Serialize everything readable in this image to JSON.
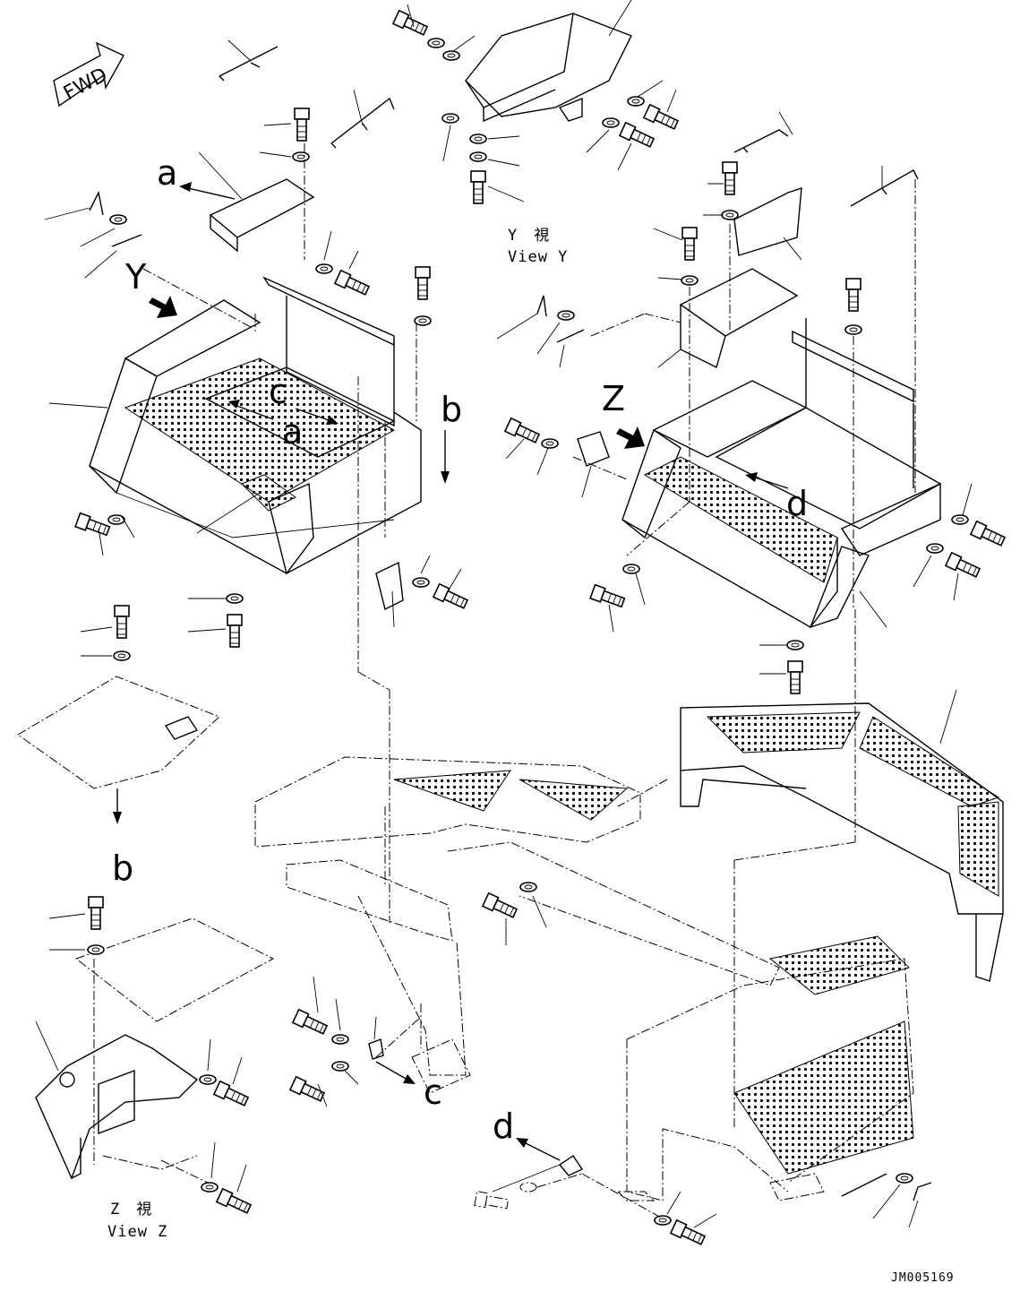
{
  "drawing_code": "JM005169",
  "direction_marker": "FWD",
  "ref_labels": {
    "a_top": "a",
    "a_mid": "a",
    "b_right": "b",
    "b_left": "b",
    "c_mid": "c",
    "c_bottom": "c",
    "d_mid": "d",
    "d_bottom": "d",
    "y_arrow": "Y",
    "z_arrow": "Z"
  },
  "views": {
    "y_kanji": "Y　視",
    "y_en": "View Y",
    "z_kanji": "Z　視",
    "z_en": "View Z"
  }
}
